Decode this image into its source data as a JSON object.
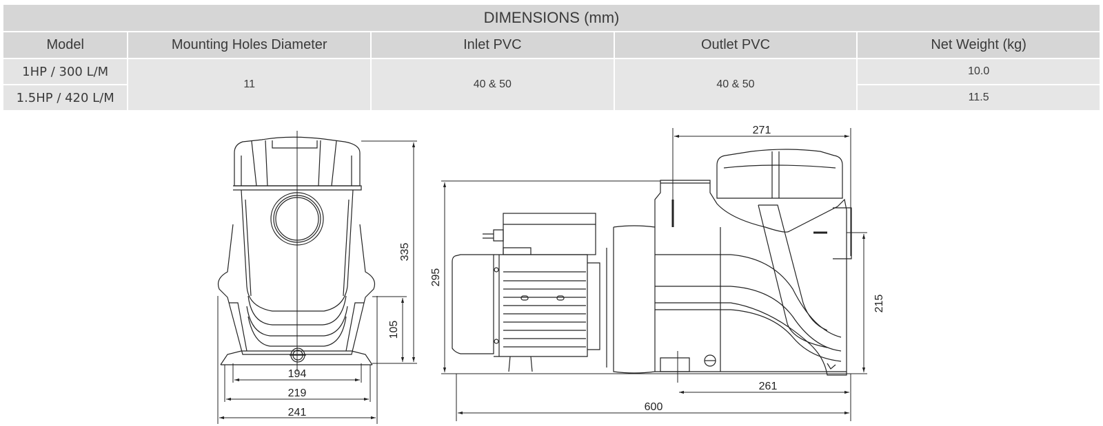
{
  "table": {
    "title": "DIMENSIONS (mm)",
    "headers": [
      "Model",
      "Mounting Holes Diameter",
      "Inlet PVC",
      "Outlet PVC",
      "Net Weight (kg)"
    ],
    "rows": [
      {
        "model": "1HP / 300 L/M",
        "net_weight": "10.0"
      },
      {
        "model": "1.5HP / 420 L/M",
        "net_weight": "11.5"
      }
    ],
    "shared": {
      "mounting_holes_diameter": "11",
      "inlet_pvc": "40 & 50",
      "outlet_pvc": "40 & 50"
    }
  },
  "front_view": {
    "dimensions": {
      "height_total": "335",
      "height_inlet": "105",
      "width_holes": "194",
      "width_base": "219",
      "width_total": "241"
    }
  },
  "side_view": {
    "dimensions": {
      "top_length": "271",
      "height_total": "295",
      "outlet_height": "215",
      "base_length": "261",
      "length_total": "600"
    }
  },
  "colors": {
    "header_bg": "#d6d6d6",
    "cell_bg": "#e6e6e6",
    "line": "#222222"
  }
}
